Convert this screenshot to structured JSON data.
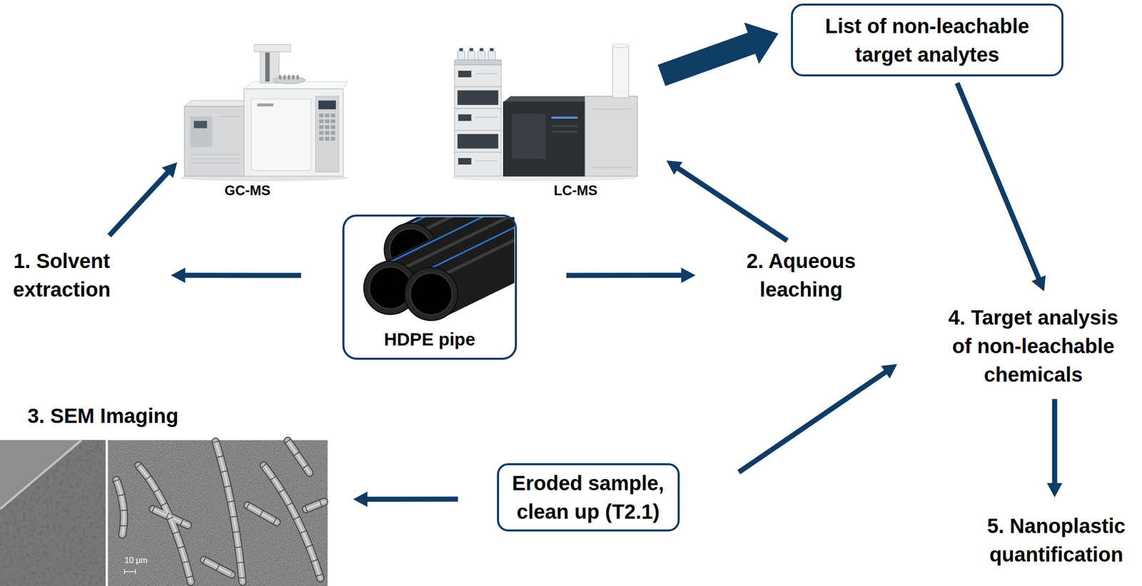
{
  "diagram": {
    "nodes": [
      {
        "text": [
          "GC-MS"
        ]
      },
      {
        "text": [
          "LC-MS"
        ]
      },
      {
        "text": [
          "List of non-leachable target analytes"
        ]
      },
      {
        "text": [
          "1. Solvent extraction"
        ]
      },
      {
        "text": [
          "HDPE pipe"
        ]
      },
      {
        "text": [
          "2. Aqueous leaching"
        ]
      },
      {
        "text": [
          "4. Target analysis of non-leachable chemicals"
        ]
      },
      {
        "text": [
          "3. SEM Imaging"
        ]
      },
      {
        "text": [
          "Eroded sample, clean up (T2.1)"
        ]
      },
      {
        "text": [
          "5. Nanoplastic quantification"
        ]
      }
    ],
    "edges": [
      {
        "from": 4,
        "to": 3,
        "arrow": "to"
      },
      {
        "from": 4,
        "to": 5,
        "arrow": "to"
      },
      {
        "from": 3,
        "to": 0,
        "arrow": "to"
      },
      {
        "from": 5,
        "to": 1,
        "arrow": "to"
      },
      {
        "from": 1,
        "to": 2,
        "arrow": "to"
      },
      {
        "from": 2,
        "to": 6,
        "arrow": "to"
      },
      {
        "from": 8,
        "to": 6,
        "arrow": "to"
      },
      {
        "from": 8,
        "to": 7,
        "arrow": "to"
      },
      {
        "from": 6,
        "to": 9,
        "arrow": "to"
      }
    ],
    "labels": [
      "10 µm"
    ]
  }
}
